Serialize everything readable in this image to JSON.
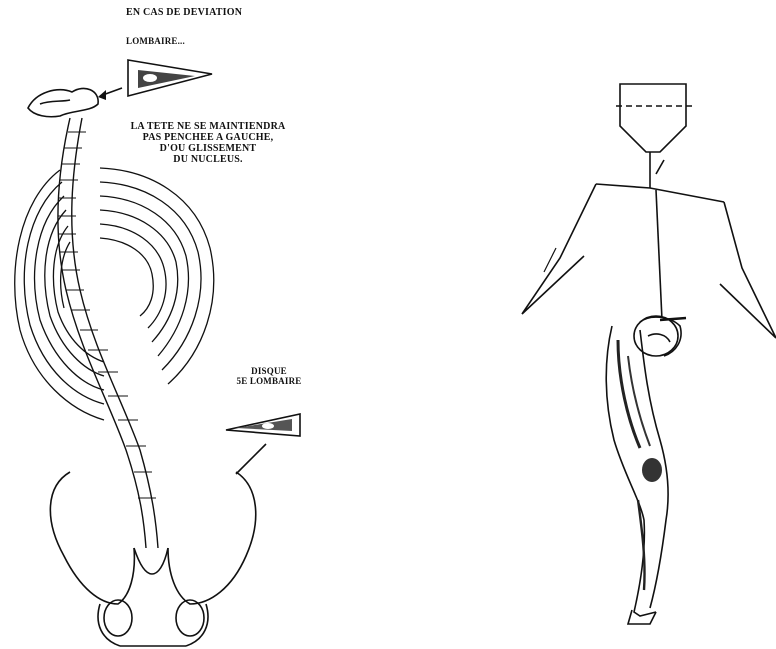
{
  "left_figure": {
    "caption_line1": "EN CAS DE DEVIATION",
    "caption_line2": "LOMBAIRE...",
    "annotation_head": [
      "LA TETE NE SE MAINTIENDRA",
      "PAS PENCHEE A GAUCHE,",
      "D'OU GLISSEMENT",
      "DU NUCLEUS."
    ],
    "annotation_disc": [
      "DISQUE",
      "5e LOMBAIRE"
    ]
  },
  "right_figure": {}
}
